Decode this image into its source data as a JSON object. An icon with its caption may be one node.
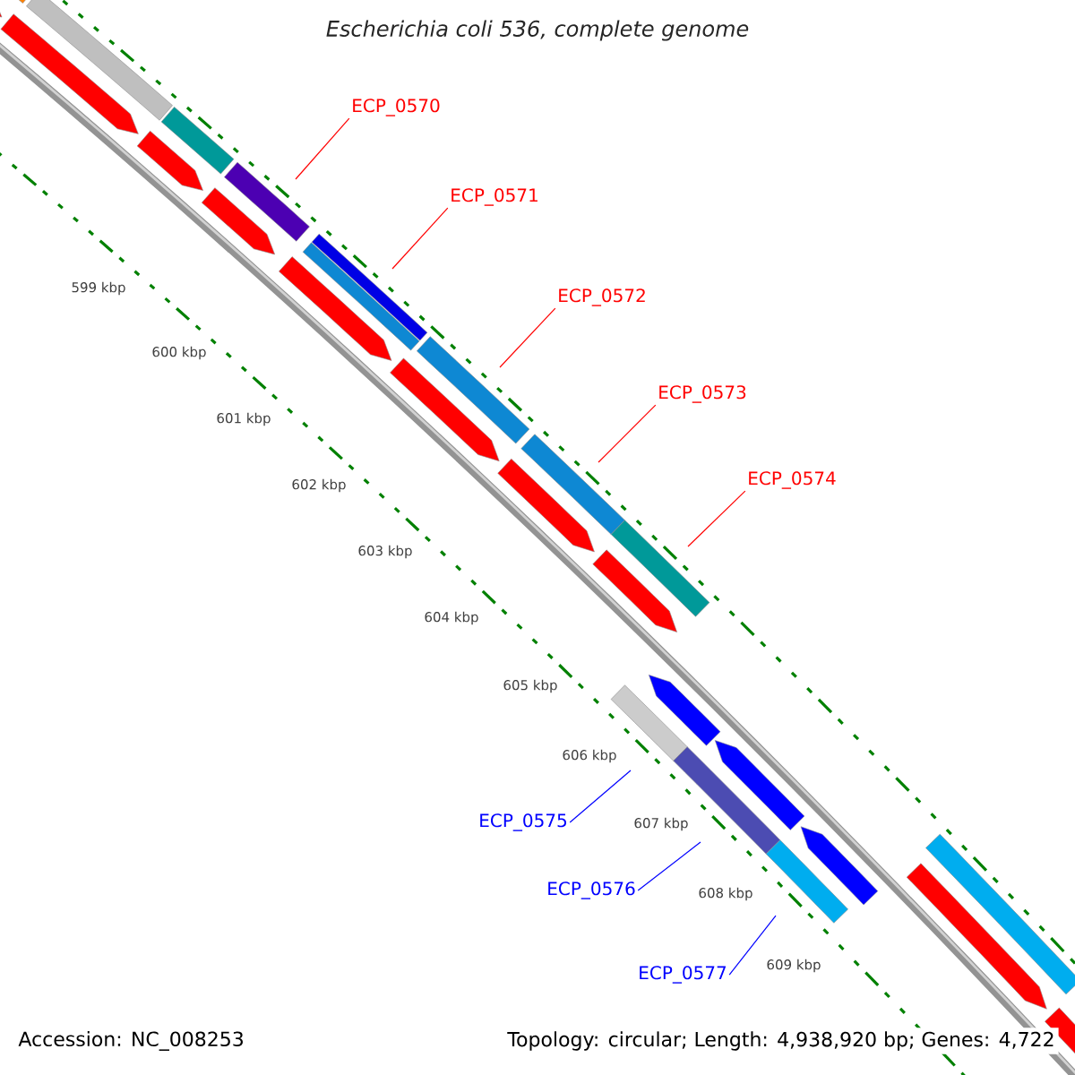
{
  "diagram": {
    "title": "Escherichia coli 536, complete genome",
    "nodes": [
      {
        "text": [
          "ECP_0570"
        ]
      },
      {
        "text": [
          "ECP_0571"
        ]
      },
      {
        "text": [
          "ECP_0572"
        ]
      },
      {
        "text": [
          "ECP_0573"
        ]
      },
      {
        "text": [
          "ECP_0574"
        ]
      },
      {
        "text": [
          "ECP_0575"
        ]
      },
      {
        "text": [
          "ECP_0576"
        ]
      },
      {
        "text": [
          "ECP_0577"
        ]
      }
    ],
    "edges": [
      {
        "from": 0,
        "to": null,
        "arrow": "none"
      },
      {
        "from": 1,
        "to": null,
        "arrow": "none"
      },
      {
        "from": 2,
        "to": null,
        "arrow": "none"
      },
      {
        "from": 3,
        "to": null,
        "arrow": "none"
      },
      {
        "from": 4,
        "to": null,
        "arrow": "none"
      },
      {
        "from": 5,
        "to": null,
        "arrow": "none",
        "color": "#0000ff"
      },
      {
        "from": 6,
        "to": null,
        "arrow": "none",
        "color": "#0000ff"
      },
      {
        "from": 7,
        "to": null,
        "arrow": "none",
        "color": "#0000ff"
      }
    ],
    "labels": [
      "599 kbp",
      "600 kbp",
      "601 kbp",
      "602 kbp",
      "603 kbp",
      "604 kbp",
      "605 kbp",
      "606 kbp",
      "607 kbp",
      "608 kbp",
      "609 kbp",
      "Accession: NC_008253",
      "Topology: circular; Length: 4,938,920 bp; Genes: 4,722"
    ]
  }
}
